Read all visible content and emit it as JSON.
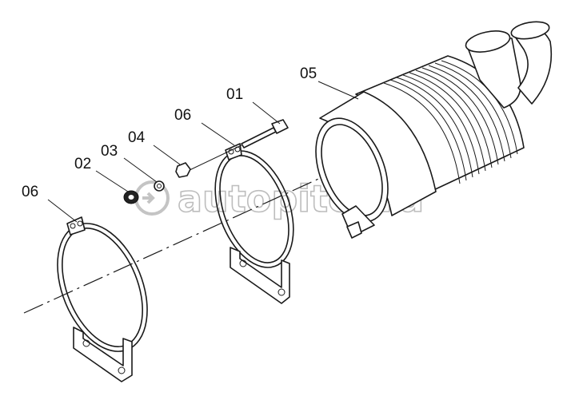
{
  "watermark": {
    "text": "autopiter.ru"
  },
  "labels": {
    "part_01": "01",
    "part_02": "02",
    "part_03": "03",
    "part_04": "04",
    "part_05": "05",
    "part_06_upper": "06",
    "part_06_lower": "06"
  }
}
